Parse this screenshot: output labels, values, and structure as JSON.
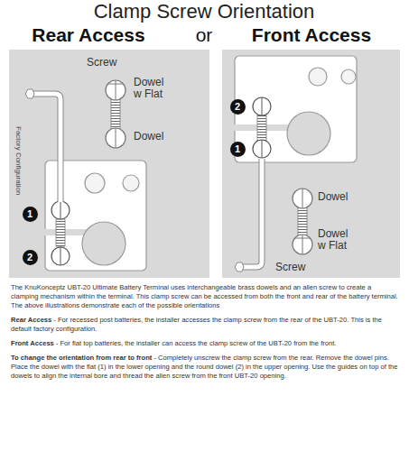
{
  "diagram": {
    "title": "Clamp Screw Orientation",
    "nodes": [
      {
        "text": [
          "Screw",
          "Dowel w Flat",
          "Dowel",
          "Factory Configuration"
        ]
      },
      {
        "text": [
          "1"
        ],
        "in": 0
      },
      {
        "text": [
          "2"
        ],
        "in": 0
      },
      {
        "text": [
          "Dowel",
          "Dowel w Flat",
          "Screw"
        ]
      },
      {
        "text": [
          "2"
        ],
        "in": 3
      },
      {
        "text": [
          "1"
        ],
        "in": 3
      }
    ],
    "labels": [
      "Rear Access",
      "or",
      "Front Access",
      "The KnuKonceptz UBT-20 Ultimate Battery Terminal uses interchangeable brass dowels and an allen screw to create a clamping mechanism within the terminal. This clamp screw can be accessed from both the front and rear of the battery terminal. The above illustrations demonstrate each of the possible orientations",
      "Rear Access",
      "- For recessed post batteries, the installer accesses the clamp screw from the rear of the UBT-20. This is the default factory configuration.",
      "Front Access",
      "- For flat top batteries, the installer can access the clamp screw of the UBT-20 from the front.",
      "To change the orientation from rear to front",
      "- Completely unscrew the clamp screw from the rear. Remove the dowel pins. Place the dowel with the flat (1) in the lower opening and the round dowel (2) in the upper opening. Use the guides on top of the dowels to align the internal bore and thread the allen screw from the front UBT-20 opening."
    ]
  }
}
